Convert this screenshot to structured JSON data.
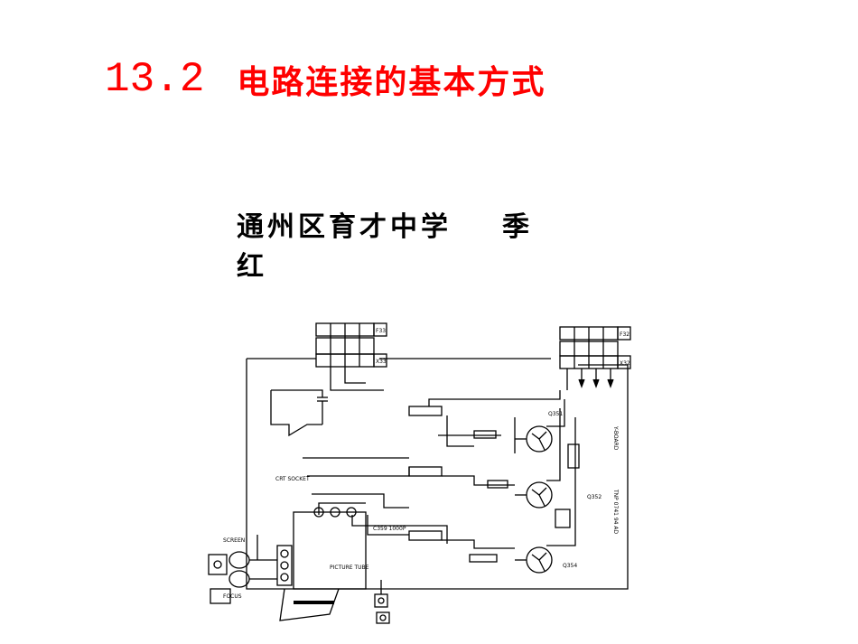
{
  "slide": {
    "title_number": "13.2",
    "title_text": "电路连接的基本方式",
    "author_line1": "通州区育才中学",
    "author_name_part1": "季",
    "author_line2": "红"
  },
  "diagram": {
    "connector_top_left": "X33",
    "connector_top_left_upper": "F33",
    "connector_top_right": "X32",
    "connector_top_right_upper": "F32",
    "right_label_1": "Y-BOARD",
    "right_label_2": "TNP 0741 94 AD",
    "transistor_1": "Q351",
    "transistor_2": "Q352",
    "transistor_3": "Q354",
    "picture_tube": "PICTURE TUBE",
    "crt_socket": "CRT SOCKET",
    "screen_label": "SCREEN",
    "focus_label": "FOCUS",
    "cap_label": "C359 1000P"
  },
  "colors": {
    "title": "#ff0000",
    "text": "#000000"
  }
}
